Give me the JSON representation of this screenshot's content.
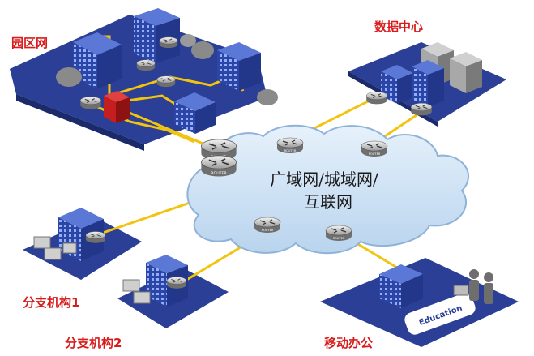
{
  "labels": {
    "campus": "园区网",
    "datacenter": "数据中心",
    "branch1": "分支机构1",
    "branch2": "分支机构2",
    "mobile": "移动办公",
    "cloud_line1": "广域网/城域网/",
    "cloud_line2": "互联网"
  },
  "router_label": "ROUTER",
  "banner_text": "Education",
  "colors": {
    "label_red": "#d81b1b",
    "link_yellow": "#f2c40f",
    "platform_blue": "#2a3f95",
    "building_blue": "#3a55b8",
    "cloud_light": "#cfe3f5",
    "cloud_edge": "#7fa8d0"
  }
}
